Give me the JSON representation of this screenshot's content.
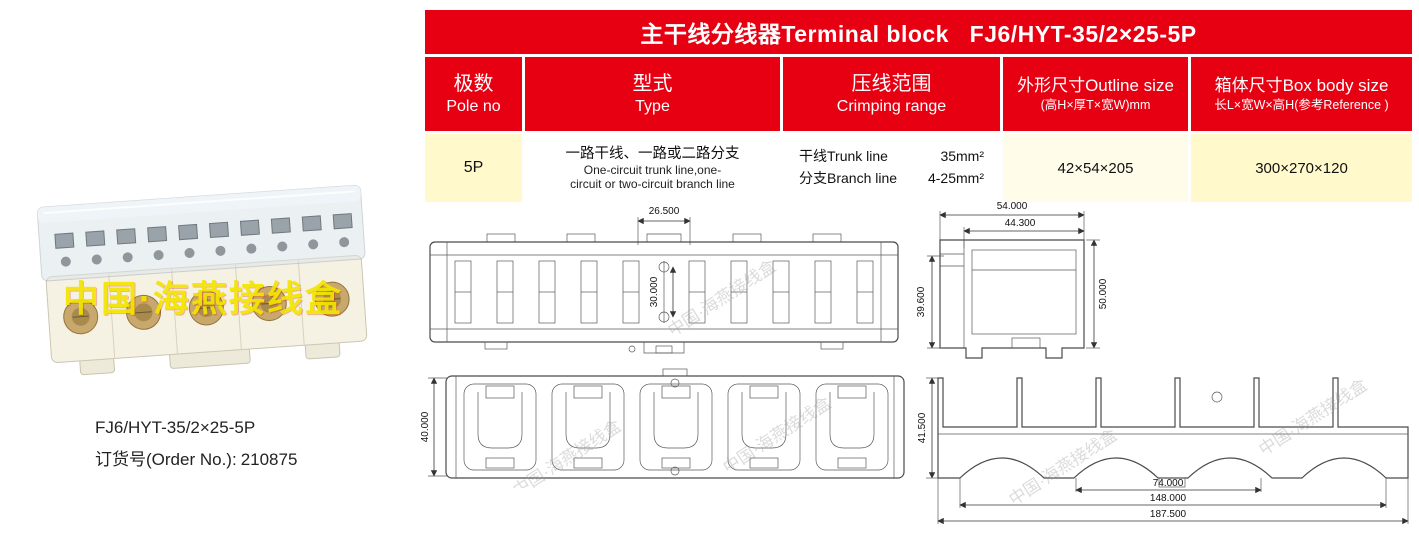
{
  "colors": {
    "header_red": "#E60012",
    "row_yellow": "#FFF9CC",
    "watermark_yellow": "#F2E400"
  },
  "product": {
    "model": "FJ6/HYT-35/2×25-5P",
    "order_label": "订货号(Order No.):",
    "order_value": "210875",
    "watermark": "中国·海燕接线盒"
  },
  "table": {
    "title": "主干线分线器Terminal block   FJ6/HYT-35/2×25-5P",
    "columns": [
      {
        "zh": "极数",
        "en": "Pole no"
      },
      {
        "zh": "型式",
        "en": "Type"
      },
      {
        "zh": "压线范围",
        "en": "Crimping range"
      },
      {
        "zh": "外形尺寸Outline size",
        "en": "(高H×厚T×宽W)mm"
      },
      {
        "zh": "箱体尺寸Box body size",
        "en": "长L×宽W×高H(参考Reference )"
      }
    ],
    "row": {
      "pole_no": "5P",
      "type_zh": "一路干线、一路或二路分支",
      "type_en_line1": "One-circuit trunk line,one-",
      "type_en_line2": "circuit or two-circuit branch line",
      "crimping": [
        {
          "label": "干线Trunk line",
          "value": "35mm²"
        },
        {
          "label": "分支Branch line",
          "value": "4-25mm²"
        }
      ],
      "outline_size": "42×54×205",
      "box_size": "300×270×120"
    }
  },
  "drawings": {
    "front": {
      "width_dim": "26.500",
      "height_dim": "30.000"
    },
    "side": {
      "outer_width": "54.000",
      "inner_width": "44.300",
      "left_height": "39.600",
      "right_height": "50.000"
    },
    "top": {
      "height_dim": "40.000"
    },
    "bottom": {
      "height_dim": "41.500",
      "span_inner": "74.000",
      "span_mid": "148.000",
      "span_outer": "187.500"
    }
  }
}
